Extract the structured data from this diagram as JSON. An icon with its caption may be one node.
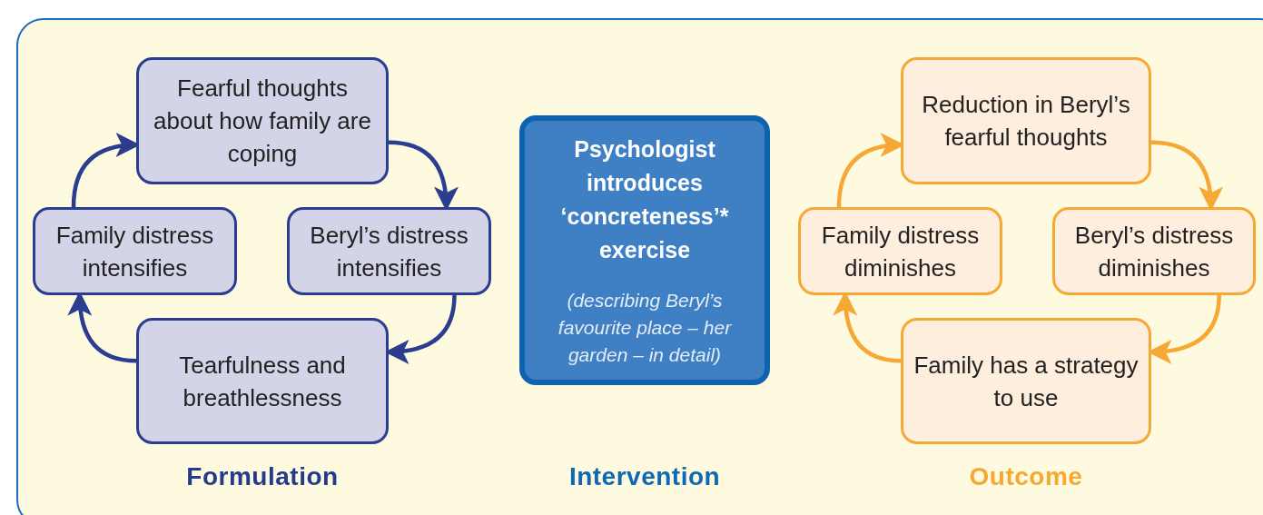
{
  "diagram": {
    "nodes": [
      {
        "text": [
          "Fearful thoughts about how family are coping"
        ]
      },
      {
        "text": [
          "Beryl’s distress intensifies"
        ]
      },
      {
        "text": [
          "Tearfulness and breathlessness"
        ]
      },
      {
        "text": [
          "Family distress intensifies"
        ]
      },
      {
        "text": [
          "Psychologist introduces ‘concreteness’* exercise",
          "(describing Beryl’s favourite place – her garden – in detail)"
        ]
      },
      {
        "text": [
          "Reduction in Beryl’s fearful thoughts"
        ]
      },
      {
        "text": [
          "Beryl’s distress diminishes"
        ]
      },
      {
        "text": [
          "Family has a strategy to use"
        ]
      },
      {
        "text": [
          "Family distress diminishes"
        ]
      }
    ],
    "edges": [
      {
        "from": 0,
        "to": 1,
        "arrow": "to",
        "color": "#2b3d8f"
      },
      {
        "from": 1,
        "to": 2,
        "arrow": "to",
        "color": "#2b3d8f"
      },
      {
        "from": 2,
        "to": 3,
        "arrow": "to",
        "color": "#2b3d8f"
      },
      {
        "from": 3,
        "to": 0,
        "arrow": "to",
        "color": "#2b3d8f"
      },
      {
        "from": 5,
        "to": 6,
        "arrow": "to",
        "color": "#f6a834"
      },
      {
        "from": 6,
        "to": 7,
        "arrow": "to",
        "color": "#f6a834"
      },
      {
        "from": 7,
        "to": 8,
        "arrow": "to",
        "color": "#f6a834"
      },
      {
        "from": 8,
        "to": 5,
        "arrow": "to",
        "color": "#f6a834"
      }
    ],
    "labels": [
      "Formulation",
      "Intervention",
      "Outcome"
    ]
  }
}
